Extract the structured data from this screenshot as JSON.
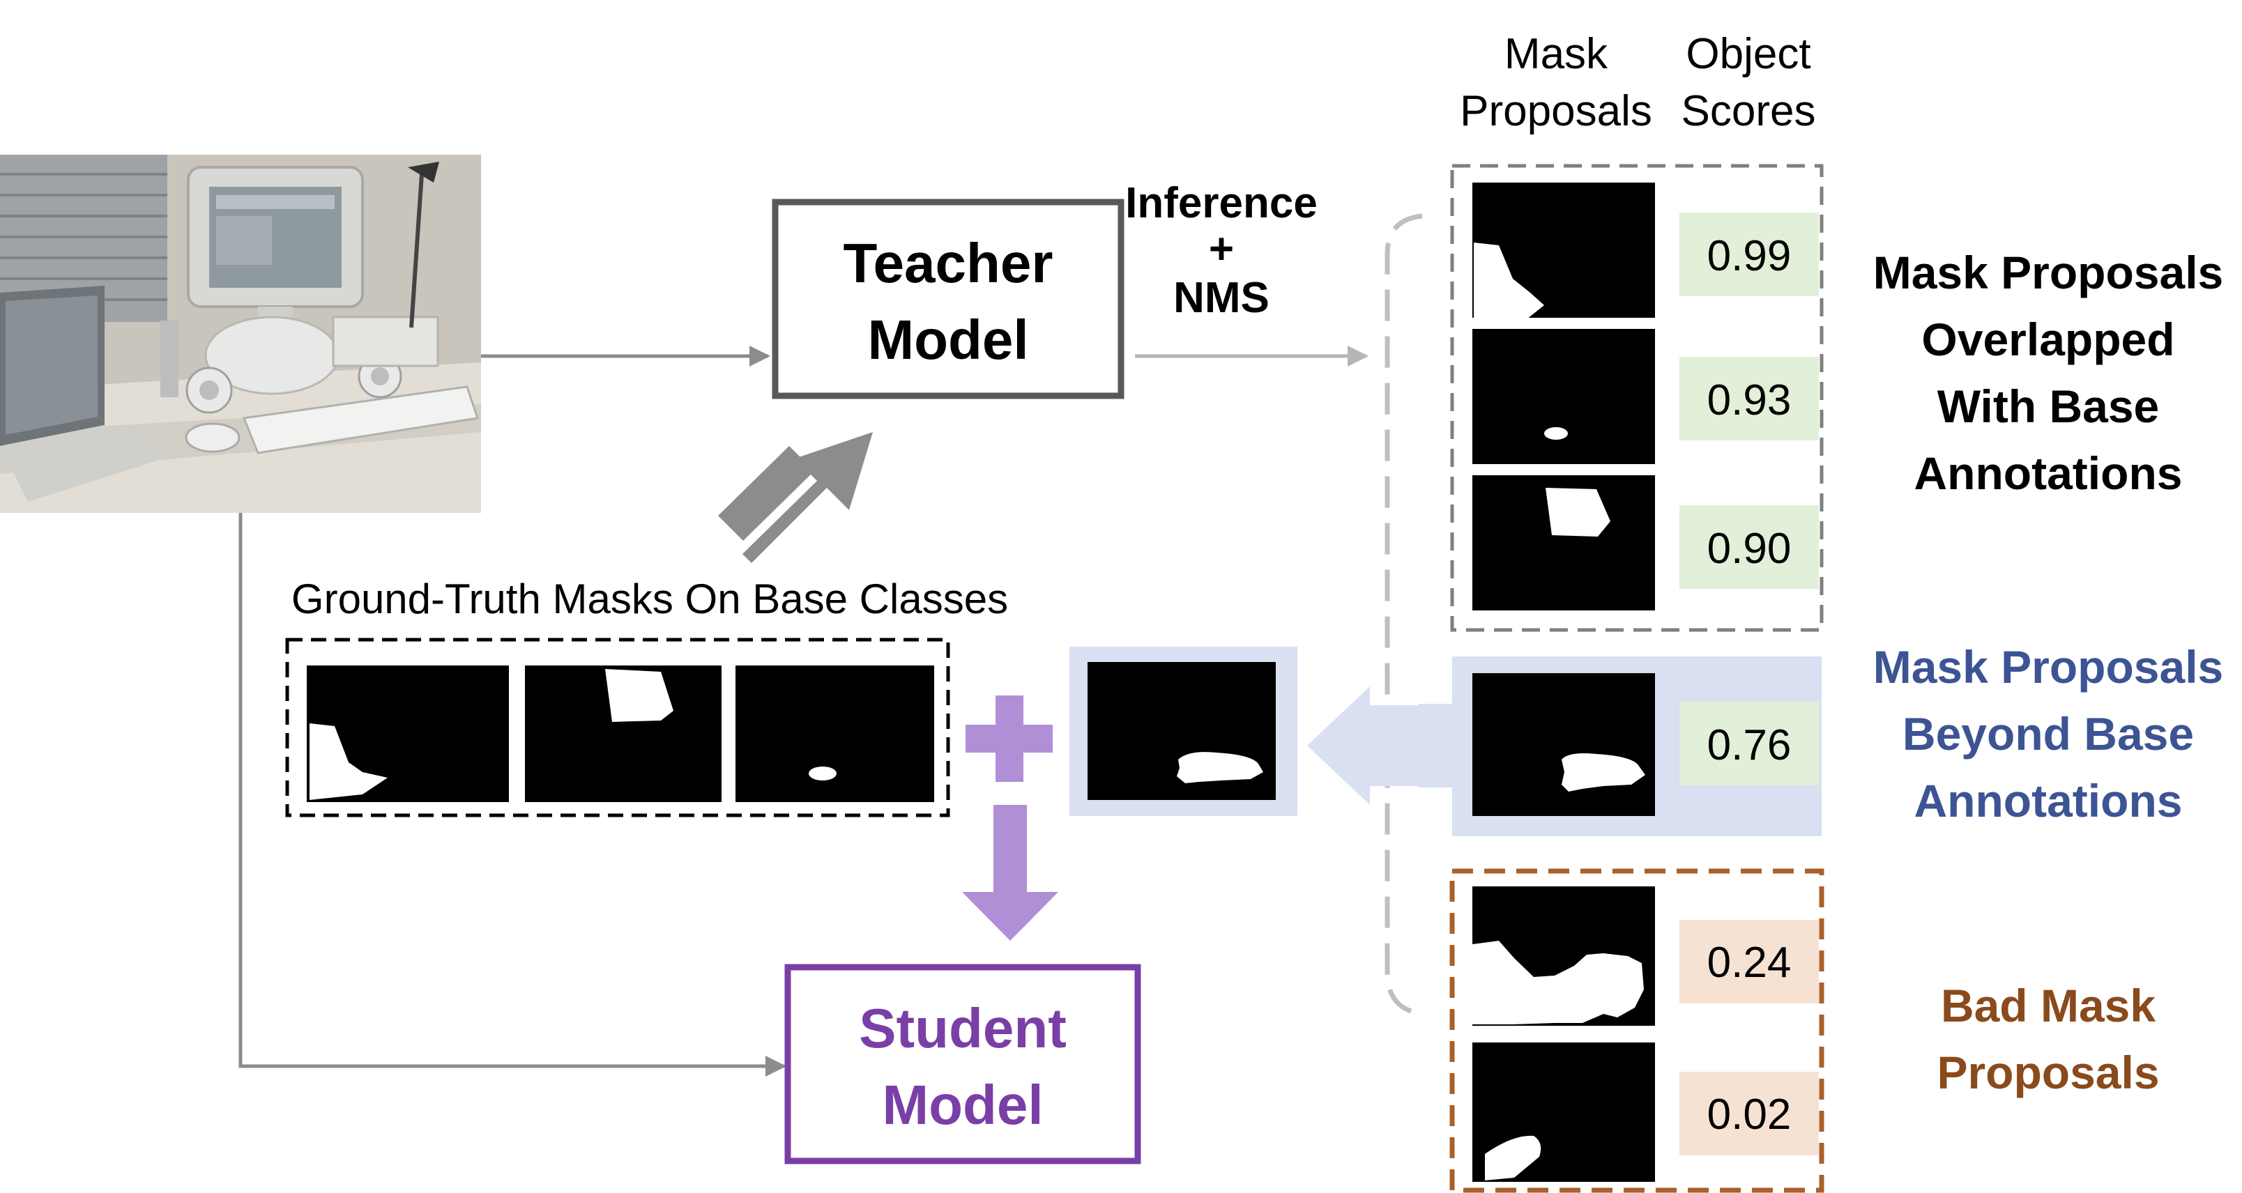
{
  "header": {
    "mask_proposals_col": [
      "Mask",
      "Proposals"
    ],
    "object_scores_col": [
      "Object",
      "Scores"
    ]
  },
  "teacher": {
    "lines": [
      "Teacher",
      "Model"
    ]
  },
  "student": {
    "lines": [
      "Student",
      "Model"
    ]
  },
  "inference": {
    "lines": [
      "Inference",
      "+",
      "NMS"
    ]
  },
  "ground_truth": {
    "title": "Ground-Truth Masks On Base Classes"
  },
  "groups": {
    "overlapped": {
      "lines": [
        "Mask Proposals",
        "Overlapped",
        "With Base",
        "Annotations"
      ],
      "color": "#000000"
    },
    "beyond": {
      "lines": [
        "Mask Proposals",
        "Beyond Base",
        "Annotations"
      ],
      "color": "#3d5494"
    },
    "bad": {
      "lines": [
        "Bad Mask",
        "Proposals"
      ],
      "color": "#8a4a1c"
    }
  },
  "scores": {
    "overlapped": [
      "0.99",
      "0.93",
      "0.90"
    ],
    "beyond": [
      "0.76"
    ],
    "bad": [
      "0.24",
      "0.02"
    ]
  },
  "colors": {
    "accent_purple": "#7a3fa6",
    "plus_arrow_purple": "#b08fd6",
    "highlight_blue": "#d9e0f1",
    "score_green": "#e2efd9",
    "score_peach": "#f6e2d3",
    "bad_border": "#a9602b",
    "gray_arrow": "#8c8c8c"
  }
}
